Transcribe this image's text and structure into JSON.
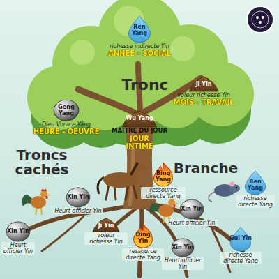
{
  "diagram": {
    "nodes": [
      {
        "text": [
          "Ren Yang",
          "richesse indirecte Yin",
          "ANNÉE - SOCIAL"
        ]
      },
      {
        "text": [
          "Ji Yin",
          "voleur richesse Yin",
          "MOIS - TRAVAIL"
        ]
      },
      {
        "text": [
          "Geng Yang",
          "Dieu Vorace Yang",
          "HEURE - OEUVRE"
        ]
      },
      {
        "text": [
          "Wu Yang",
          "MAITRE DU JOUR",
          "JOUR INTIME"
        ]
      },
      {
        "text": [
          "Bing Yang",
          "ressource directe Yang"
        ]
      },
      {
        "text": [
          "Xin Yin",
          "Heurt officier Yin"
        ]
      },
      {
        "text": [
          "Xin Yin",
          "Heurt officier Yin"
        ]
      },
      {
        "text": [
          "Ji Yin",
          "voleur richesse Yin"
        ]
      },
      {
        "text": [
          "Ding Yin",
          "ressource directe Yang"
        ]
      },
      {
        "text": [
          "Xin Yin",
          "Heurt officier Yin"
        ]
      },
      {
        "text": [
          "Ren Yang",
          "richesse directe Yang"
        ]
      },
      {
        "text": [
          "Xin Yin",
          "Heurt officier Yin"
        ]
      },
      {
        "text": [
          "Gui Yin",
          "richesse directe Yang"
        ]
      }
    ],
    "labels": [
      "Tronc",
      "Troncs cachés",
      "Branche"
    ]
  }
}
